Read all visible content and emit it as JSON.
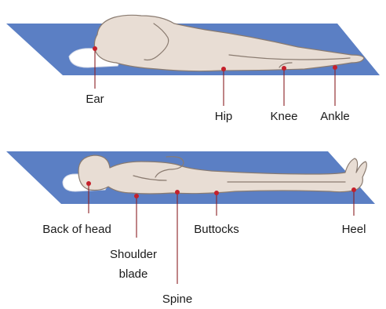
{
  "colors": {
    "mattress": "#5b7fc4",
    "skin": "#e8ddd4",
    "outline": "#8a7b70",
    "pressure_point": "#c4202b",
    "leader": "#8a1e24",
    "label": "#1a1a1a"
  },
  "side_lying": {
    "pressure_points": {
      "ear": "Ear",
      "hip": "Hip",
      "knee": "Knee",
      "ankle": "Ankle"
    }
  },
  "supine": {
    "pressure_points": {
      "back_of_head": "Back of head",
      "shoulder_blade_line1": "Shoulder",
      "shoulder_blade_line2": "blade",
      "spine": "Spine",
      "buttocks": "Buttocks",
      "heel": "Heel"
    }
  }
}
